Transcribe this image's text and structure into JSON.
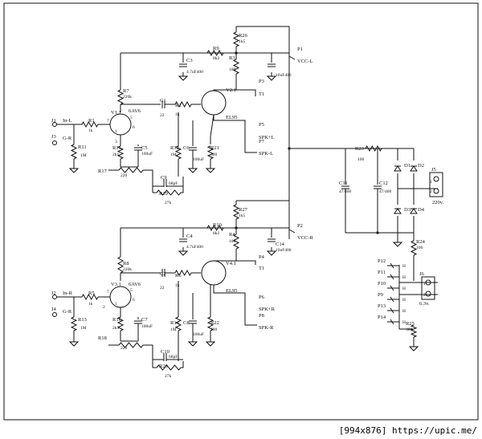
{
  "labels": {
    "R26": "R26",
    "R26v": "1k5",
    "R9": "R9",
    "R9v": "8k2",
    "R3": "R3",
    "R3v": "100",
    "C3": "C3",
    "C3v": "4.7uF400",
    "C1t": "C1",
    "C1v": "10uF400",
    "P1": "P1",
    "VCCL": "VCC-L",
    "P3": "P3",
    "T1a": "T1",
    "R7": "R7",
    "R7v": "220k",
    "C1b": "C1",
    "C1bv": "22",
    "R2": "R2",
    "R2v": "1k",
    "V21": "V2.1",
    "EL95a": "EL95",
    "V11": "V1.1",
    "ECC1": "6AV6",
    "J1": "J1",
    "InL": "In-L",
    "R1": "R1",
    "R1v": "1k",
    "J3": "J3",
    "GL": "G-R",
    "R11": "R11",
    "R11v": "1M",
    "P5": "P5",
    "SPKL1": "SPK+L",
    "P7": "P7",
    "SPKL2": "SPK-L",
    "R15": "R15",
    "R15v": "2k1",
    "C5": "C5",
    "C5v": "100uF",
    "R12": "R12",
    "R12v": "1M",
    "C6": "C6",
    "C6v": "100uF",
    "R21": "R21",
    "R21v": "300",
    "R17": "R17",
    "R17v": "220",
    "C9": "C9",
    "C9v": "68pF",
    "R19": "R19",
    "R19v": "27k",
    "R23": "R23",
    "R23v": "100",
    "D1": "D1",
    "D2": "D2",
    "D3": "D3",
    "D4": "D4",
    "C11": "C11",
    "C11v": "47/400",
    "C12": "C12",
    "C12v": "47/400",
    "J5": "J5",
    "V220": "220v.",
    "R24": "R24",
    "R24v": "100",
    "R27": "R27",
    "R27v": "1k5",
    "R10": "R10",
    "R10v": "8k2",
    "R4": "R4",
    "R4v": "100",
    "C4": "C4",
    "C4v": "4.7uF400",
    "C14": "C14",
    "C14v": "10uF400",
    "P2": "P2",
    "VCCR": "VCC-R",
    "P4": "P4",
    "T1b": "T1",
    "R8": "R8",
    "R8v": "220k",
    "C2": "C2",
    "C2v": "22",
    "R6": "R6",
    "R6v": "1k",
    "V41": "V4.1",
    "EL95b": "EL95",
    "V31": "V3.1",
    "ECC2": "6AV6",
    "J2": "J2",
    "InR": "In-R",
    "R5": "R5",
    "R5v": "1k",
    "J4": "J4",
    "GR": "G-R",
    "R13": "R13",
    "R13v": "1M",
    "P6": "P6",
    "SPKR1": "SPK+R",
    "P8": "P8",
    "SPKR2": "SPK-R",
    "R16": "R16",
    "R16v": "2k3",
    "C7": "C7",
    "C7v": "100uF",
    "R14": "R14",
    "R14v": "1M",
    "C8": "C8",
    "C8v": "100uF",
    "R22": "R22",
    "R22v": "300",
    "R18": "R18",
    "R18v": "220",
    "C10": "C10",
    "C10v": "68pF",
    "R20": "R20",
    "R20v": "27k",
    "P12": "P12",
    "P11": "P11",
    "P10": "P10",
    "P9": "P9",
    "P13": "P13",
    "P14": "P14",
    "H": "H",
    "J6": "J6",
    "V63": "6.3v.",
    "R25": "R25",
    "R25v": "300",
    "pin1": "1",
    "pin2": "2",
    "pin3": "3",
    "pin5": "5",
    "pin6": "6",
    "pin7": "7"
  },
  "footer": "[994x876] https://upic.me/"
}
